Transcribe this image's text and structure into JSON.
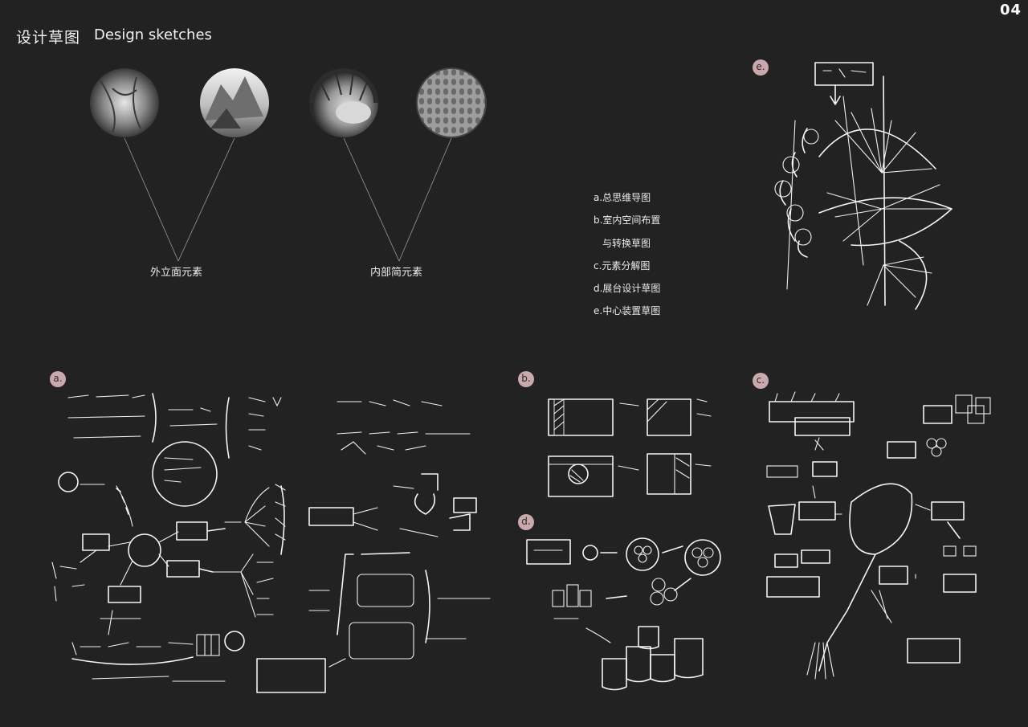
{
  "header": {
    "title_cn": "设计草图",
    "title_en": "Design sketches",
    "page_number": "04"
  },
  "element_groups": {
    "exterior_caption": "外立面元素",
    "interior_caption": "内部简元素"
  },
  "legend": [
    "a.总思维导图",
    "b.室内空间布置",
    "与转换草图",
    "c.元素分解图",
    "d.展台设计草图",
    "e.中心装置草图"
  ],
  "sketch_badges": {
    "a": "a.",
    "b": "b.",
    "c": "c.",
    "d": "d.",
    "e": "e."
  },
  "colors": {
    "background": "#222222",
    "badge": "#c9a9ad",
    "text": "#eaeaea"
  }
}
